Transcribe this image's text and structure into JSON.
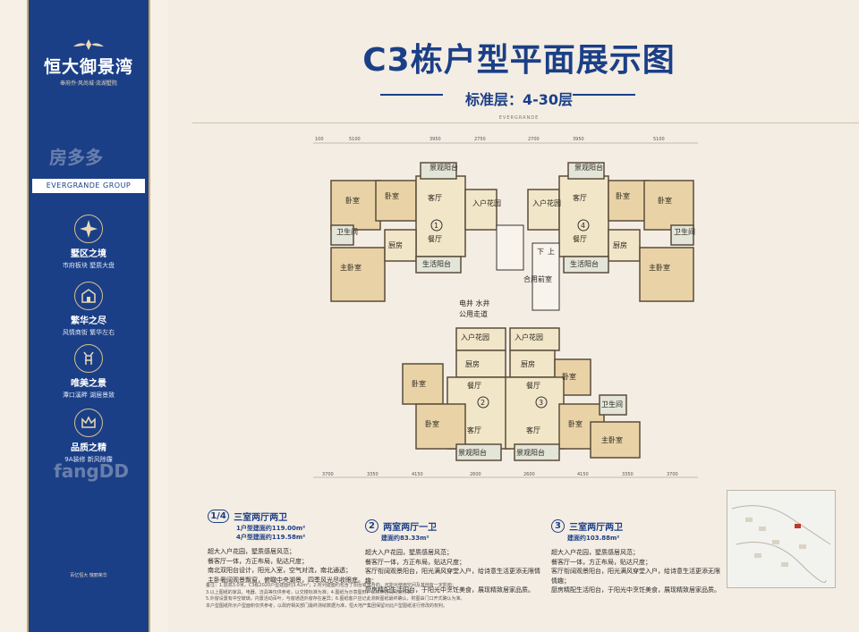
{
  "sidebar": {
    "brand": "恒大御景湾",
    "brand_sub": "奉府乔·风尚城·流湖墅院",
    "group": "EVERGRANDE GROUP",
    "features": [
      {
        "title": "墅区之境",
        "desc": "市府板块  墅质大盘"
      },
      {
        "title": "繁华之尽",
        "desc": "风情商街  繁华左右"
      },
      {
        "title": "唯美之景",
        "desc": "潭口溪畔  湖居景致"
      },
      {
        "title": "品质之精",
        "desc": "9A装修  新风除霾"
      }
    ],
    "slogan": "百亿恒大   瑰丽荣华"
  },
  "header": {
    "title": "C3栋户型平面展示图",
    "subtitle": "标准层：4-30层",
    "brand_mark": "EVERGRANDE"
  },
  "plan": {
    "dims_top": [
      "100",
      "5100",
      "3950",
      "2750",
      "2700",
      "3950",
      "5100"
    ],
    "dims_bottom": [
      "3700",
      "3350",
      "4150",
      "2600",
      "2600",
      "4150",
      "3350",
      "3700"
    ],
    "labels": {
      "bedroom": "卧室",
      "master": "主卧室",
      "living": "客厅",
      "dining": "餐厅",
      "kitchen": "厨房",
      "bath": "卫生间",
      "viewbalcony": "景观阳台",
      "lifebalcony": "生活阳台",
      "entrygarden": "入户花园",
      "lobby": "合用前室",
      "shaft": "电井 水井",
      "corridor": "公用走道",
      "down": "下",
      "up": "上"
    },
    "units": [
      "1",
      "4",
      "2",
      "3"
    ]
  },
  "units_desc": [
    {
      "num": "1/4",
      "title": "三室两厅两卫",
      "area": [
        "1户型建面约119.00m²",
        "4户型建面约119.58m²"
      ],
      "points": [
        "超大入户花园，墅质感居风范；",
        "餐客厅一体，方正布局，贴达尺度；",
        "南北双阳台设计，阳光入室，空气对流，南北通透；",
        "主卧奢阔观景飘窗，俯瞰中央湖景，四季风光尽收眼底。"
      ]
    },
    {
      "num": "2",
      "title": "两室两厅一卫",
      "area": [
        "建面约83.33m²"
      ],
      "points": [
        "超大入户花园，墅质感居风范；",
        "餐客厅一体，方正布局，贴达尺度；",
        "客厅衔阔观景阳台，阳光满风穿堂入户，给诗意生活更添无限情趣；",
        "厨房精配生活阳台，于阳光中烹饪美食，展现精致居家品质。"
      ]
    },
    {
      "num": "3",
      "title": "三室两厅两卫",
      "area": [
        "建面约103.88m²"
      ],
      "points": [
        "超大入户花园，墅质感居风范；",
        "餐客厅一体，方正布局，贴达尺度；",
        "客厅衔阔观景阳台，阳光满风穿堂入户，给诗意生活更添无限情趣；",
        "厨房精配生活阳台，于阳光中烹饪美食，展现精致居家品质。"
      ]
    }
  ],
  "notes": [
    "备注：1.层高3.0米，C3栋2020户型建面约3.42m²；2.所列建面约包含了阳台或露台的，可能对使用空间及其他有一定影响；",
    "3.以上图纸的家具、电器、洁具等仅供参考，以交楼标准为准；4.图纸为示意图形，以买卖合同约定为准；",
    "5.外窗设置有中空玻璃，内置活动百叶，与窗通透外窗存在差异；6.图纸客户应记此测新图纸最终确认，附图由门口开式确认为准。",
    "本户型图纸所示户型面积仅供参考，以政府相关部门最终测绘数据为准，恒大地产集团保留对此户型图纸进行修改的权利。"
  ],
  "watermarks": [
    "房多多",
    "fangDD"
  ]
}
